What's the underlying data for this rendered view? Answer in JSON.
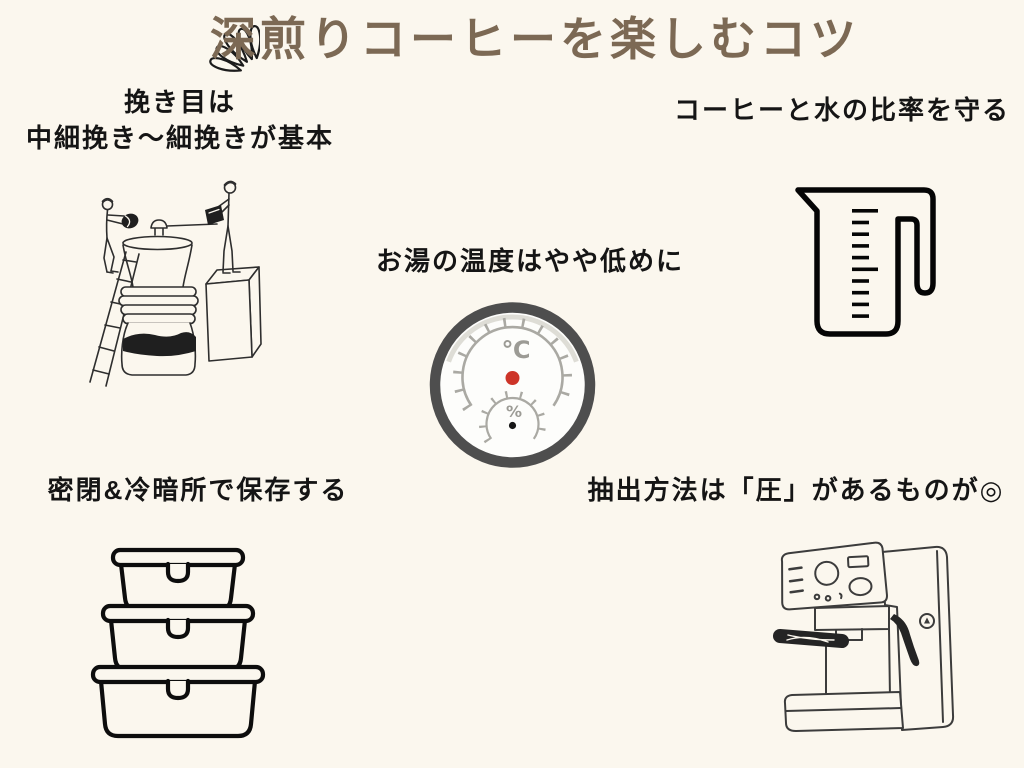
{
  "page": {
    "title": "深煎りコーヒーを楽しむコツ",
    "title_decoration": "sparkle-burst-lines"
  },
  "sections": {
    "grind": {
      "line1": "挽き目は",
      "line2": "中細挽き〜細挽きが基本",
      "illustration": "coffee-grinder-with-tiny-people"
    },
    "ratio": {
      "label": "コーヒーと水の比率を守る",
      "illustration": "measuring-cup"
    },
    "temperature": {
      "label": "お湯の温度はやや低めに",
      "illustration": "thermo-hygrometer-gauge",
      "celsius_symbol": "℃",
      "percent_symbol": "%"
    },
    "storage": {
      "label": "密閉&冷暗所で保存する",
      "illustration": "stacked-storage-containers"
    },
    "extraction": {
      "label": "抽出方法は「圧」があるものが◎",
      "illustration": "espresso-machine"
    }
  },
  "colors": {
    "background": "#fbf7ee",
    "title": "#7c6954",
    "text": "#151515",
    "line_art": "#2e2e2e",
    "gauge_ring": "#4e4e4e",
    "gauge_ticks": "#aaa9a3",
    "gauge_red_dot": "#cd3428",
    "gauge_black_dot": "#161616"
  }
}
